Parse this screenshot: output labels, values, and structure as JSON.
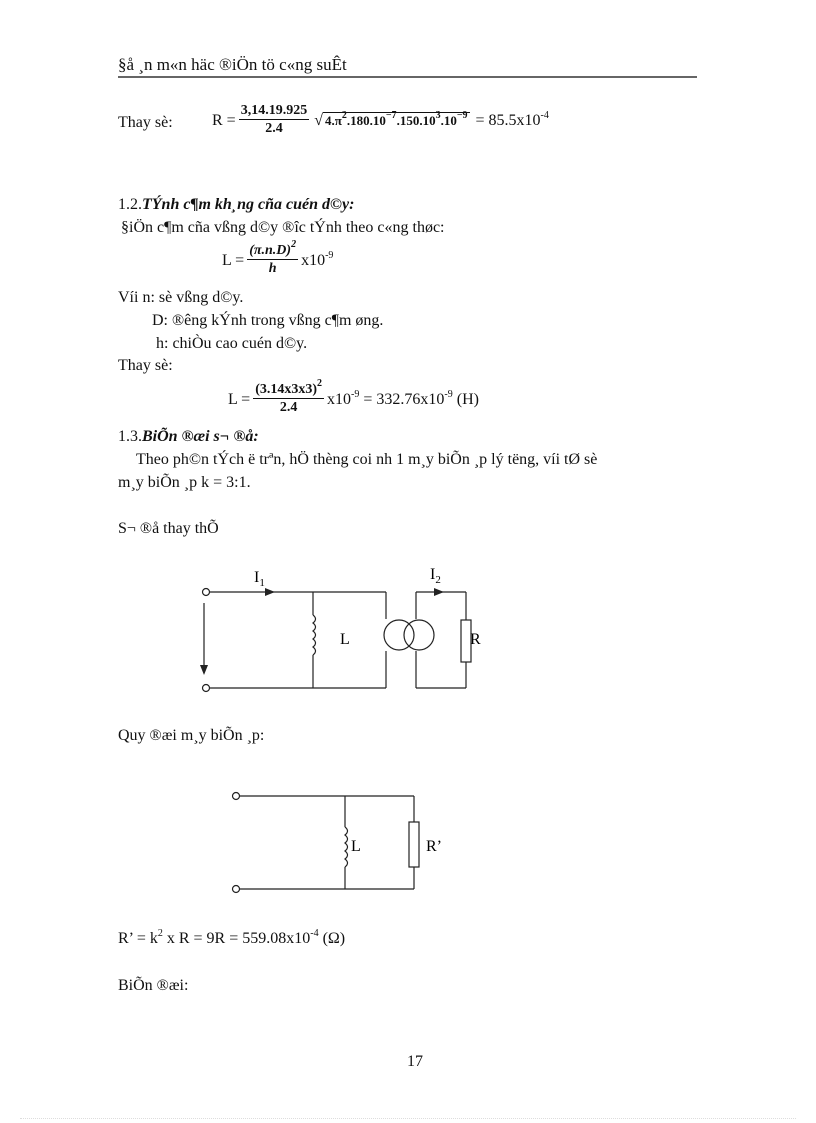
{
  "header": {
    "title": "§å ¸n m«n häc ®iÖn tö c«ng suÊt"
  },
  "formula_r": {
    "label": "Thay sè:",
    "lhs": "R =",
    "numerator": "3,14.19.925",
    "denominator": "2.4",
    "sqrt_pre": "4.π",
    "sqrt_mid1": ".180.10",
    "sqrt_mid2": ".150.10",
    "sqrt_mid3": ".10",
    "exp_2": "2",
    "exp_m7": "−7",
    "exp_3": "3",
    "exp_m9": "−9",
    "result": "= 85.5x10",
    "result_exp": "-4"
  },
  "section_1_2": {
    "number": "1.2.",
    "title": "TÝnh c¶m kh¸ng cña cuén d©y:",
    "intro": "§iÖn c¶m cña vßng d©y ®îc  tÝnh theo c«ng thøc:",
    "formula_lhs": "L =",
    "formula_num": "(π.n.D)",
    "formula_num_exp": "2",
    "formula_den": "h",
    "formula_suffix": "x10",
    "formula_suffix_exp": "-9",
    "where_n": "Víi  n: sè vßng d©y.",
    "where_d": "D: ®êng  kÝnh trong vßng c¶m øng.",
    "where_h": "h:  chiÒu cao cuén d©y.",
    "substitute_label": "Thay sè:",
    "sub_lhs": "L =",
    "sub_num": "(3.14x3x3)",
    "sub_num_exp": "2",
    "sub_den": "2.4",
    "sub_mid": "x10",
    "sub_mid_exp": "-9",
    "sub_result": "= 332.76x10",
    "sub_result_exp": "-9",
    "sub_unit": "(H)"
  },
  "section_1_3": {
    "number": "1.3.",
    "title": "BiÕn ®æi s¬ ®å:",
    "para_line1": "Theo ph©n tÝch ë trªn, hÖ thèng coi nh  1 m¸y biÕn ¸p lý tëng,  víi tØ sè",
    "para_line2": "m¸y biÕn ¸p k = 3:1.",
    "diagram1_label": "S¬ ®å thay thÕ",
    "diagram1": {
      "current1": "I",
      "current1_sub": "1",
      "current2": "I",
      "current2_sub": "2",
      "inductor": "L",
      "resistor": "R"
    },
    "diagram2_label": "Quy ®æi m¸y biÕn ¸p:",
    "diagram2": {
      "inductor": "L",
      "resistor": "R’"
    },
    "rprime_eq": "R’ = k",
    "rprime_exp": "2",
    "rprime_rest": " x R = 9R = 559.08x10",
    "rprime_rest_exp": "-4",
    "rprime_unit": " (Ω)",
    "conversion_label": "BiÕn ®æi:"
  },
  "footer": {
    "page_number": "17"
  }
}
